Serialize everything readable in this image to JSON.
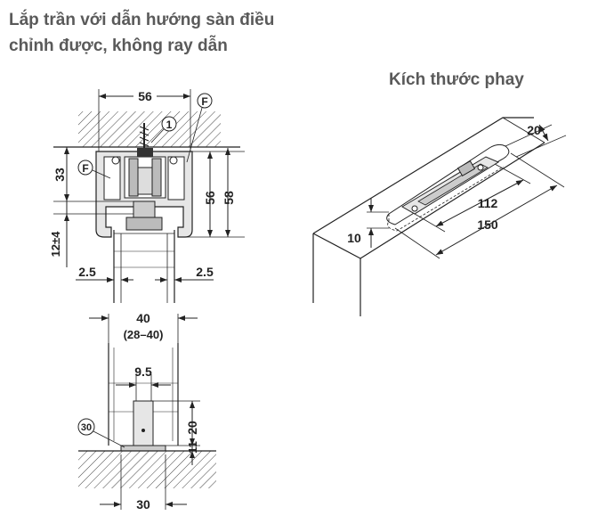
{
  "header": {
    "title_line1": "Lắp trần với dẫn hướng sàn điều",
    "title_line2": "chỉnh được, không ray dẫn",
    "subtitle": "Kích thước phay"
  },
  "dims": {
    "d56_top": "56",
    "d33": "33",
    "d56_side": "56",
    "d58": "58",
    "d12": "12±4",
    "d25_left": "2.5",
    "d25_right": "2.5",
    "d40": "40",
    "d40_range": "(28–40)",
    "d95": "9.5",
    "d20": "20",
    "d11": "11",
    "d30": "30",
    "mill_20": "20",
    "mill_112": "112",
    "mill_150": "150",
    "mill_10": "10"
  },
  "callouts": {
    "c1": "1",
    "f_top": "F",
    "f_left": "F",
    "c30": "30"
  }
}
